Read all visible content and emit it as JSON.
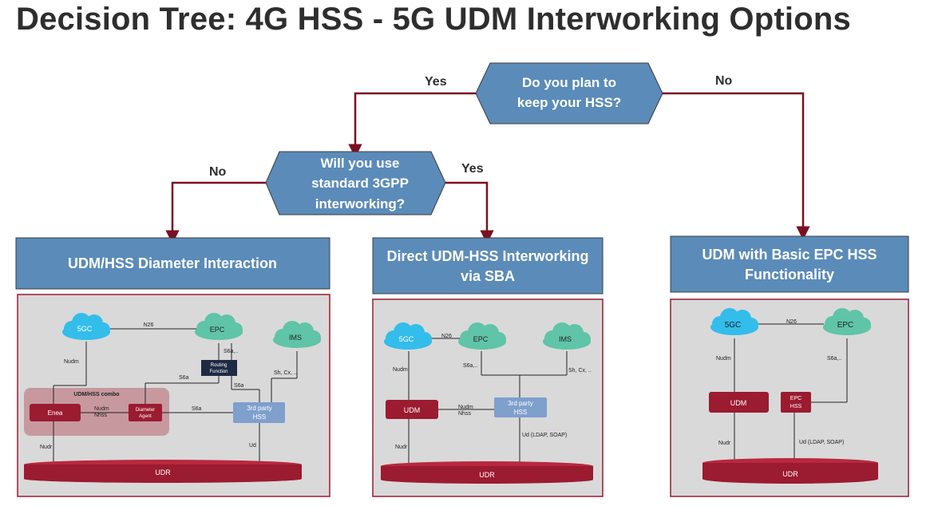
{
  "title": "Decision Tree: 4G HSS - 5G UDM Interworking Options",
  "colors": {
    "accent": "#5b8bb9",
    "arrow": "#7b1020",
    "crimson": "#9b1b30",
    "hss_blue": "#7f9fcc",
    "cloud": "#33bdea",
    "panel_bg": "#d9d9d9"
  },
  "questions": {
    "q1": {
      "line1": "Do you plan to",
      "line2": "keep your HSS?",
      "yes": "Yes",
      "no": "No"
    },
    "q2": {
      "line1": "Will you use",
      "line2": "standard 3GPP",
      "line3": "interworking?",
      "yes": "Yes",
      "no": "No"
    }
  },
  "options": {
    "left": {
      "title": "UDM/HSS Diameter Interaction",
      "diagram": {
        "cloud_5gc": "5GC",
        "cloud_epc": "EPC",
        "cloud_ims": "IMS",
        "n26": "N26",
        "nudm": "Nudm",
        "s6a_top": "S6a,..",
        "routing1": "Routing",
        "routing2": "Function",
        "s6a_1": "S6a",
        "s6a_2": "S6a",
        "s6a_3": "S6a",
        "sh": "Sh, Cx, ..",
        "combo": "UDM/HSS combo",
        "enea": "Enea",
        "nudm2": "Nudm",
        "nhss": "Nhss",
        "diam1": "Diameter",
        "diam2": "Agent",
        "hss1": "3rd party",
        "hss2": "HSS",
        "nudr": "Nudr",
        "ud": "Ud",
        "udr": "UDR"
      }
    },
    "middle": {
      "title_line1": "Direct UDM-HSS Interworking",
      "title_line2": "via SBA",
      "diagram": {
        "cloud_5gc": "5GC",
        "cloud_epc": "EPC",
        "cloud_ims": "IMS",
        "n26": "N26",
        "nudm": "Nudm",
        "s6a": "S6a,..",
        "sh": "Sh, Cx, ..",
        "udm": "UDM",
        "nudm2": "Nudm",
        "nhss": "Nhss",
        "hss1": "3rd party",
        "hss2": "HSS",
        "nudr": "Nudr",
        "ud": "Ud (LDAP, SOAP)",
        "udr": "UDR"
      }
    },
    "right": {
      "title_line1": "UDM with Basic EPC HSS",
      "title_line2": "Functionality",
      "diagram": {
        "cloud_5gc": "5GC",
        "cloud_epc": "EPC",
        "n26": "N26",
        "nudm": "Nudm",
        "s6a": "S6a,..",
        "udm": "UDM",
        "epc1": "EPC",
        "epc2": "HSS",
        "nudr": "Nudr",
        "ud": "Ud (LDAP, SOAP)",
        "udr": "UDR"
      }
    }
  }
}
